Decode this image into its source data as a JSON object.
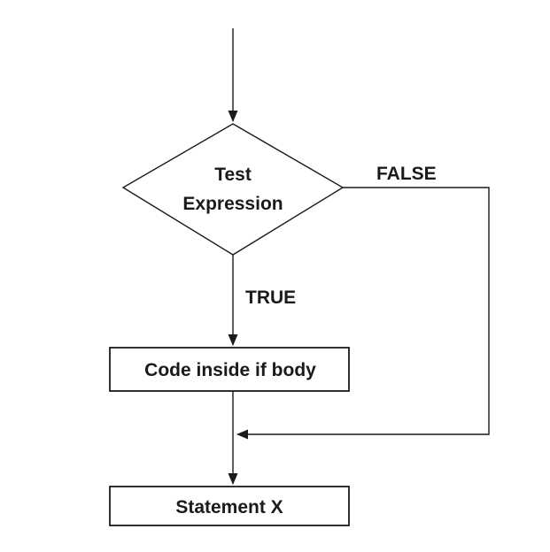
{
  "diagram": {
    "kind": "flowchart",
    "nodes": {
      "decision": {
        "shape": "diamond",
        "label_line1": "Test",
        "label_line2": "Expression"
      },
      "if_body": {
        "shape": "rectangle",
        "label": "Code inside if body"
      },
      "statement_x": {
        "shape": "rectangle",
        "label": "Statement X"
      }
    },
    "edges": {
      "true_branch": {
        "label": "TRUE"
      },
      "false_branch": {
        "label": "FALSE"
      }
    },
    "colors": {
      "stroke": "#1a1a1a",
      "text": "#1a1a1a",
      "background": "#ffffff"
    }
  }
}
